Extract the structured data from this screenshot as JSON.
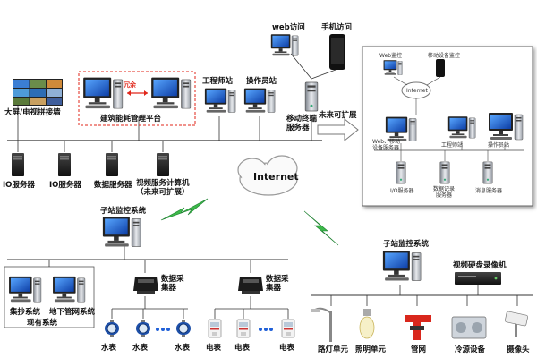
{
  "central": {
    "video_wall": "大屏/电视拼接墙",
    "redundancy": "冗余",
    "platform": "建筑能耗管理平台",
    "engineer_station": "工程师站",
    "operator_station": "操作员站",
    "mobile_server": "移动终端\n服务器",
    "web_access": "web访问",
    "mobile_access": "手机访问",
    "io_server_1": "IO服务器",
    "io_server_2": "IO服务器",
    "data_server": "数据服务器",
    "video_server": "视频服务计算机\n（未来可扩展）"
  },
  "internet_label": "Internet",
  "future_expand": "未来可扩展",
  "future_panel": {
    "web_monitor": "Web监控",
    "mobile_monitor": "移动设备监控",
    "internet": "Internet",
    "web_mobile_server": "Web、移动\n设备服务器",
    "engineer": "工程师站",
    "operator": "操作员站",
    "io_server": "I/O服务器",
    "data_server": "数据记录\n服务器",
    "msg_server": "消息服务器"
  },
  "left_substation": {
    "title": "子站监控系统",
    "sys_a": "集抄系统",
    "sys_b": "地下管网系统",
    "existing": "现有系统",
    "collector_1": "数据采\n集器",
    "collector_2": "数据采\n集器",
    "water_1": "水表",
    "water_2": "水表",
    "water_3": "水表",
    "elec_1": "电表",
    "elec_2": "电表",
    "elec_3": "电表"
  },
  "right_substation": {
    "title": "子站监控系统",
    "nvr": "视频硬盘录像机",
    "streetlight": "路灯单元",
    "lighting": "照明单元",
    "pipe": "管网",
    "cooling": "冷源设备",
    "camera": "摄像头"
  },
  "colors": {
    "monitor_blue": "#1f5fd8",
    "server_gray": "#c8ccd2",
    "lightning": "#3db84a",
    "line": "#333333",
    "redundancy_red": "#e0261a"
  }
}
